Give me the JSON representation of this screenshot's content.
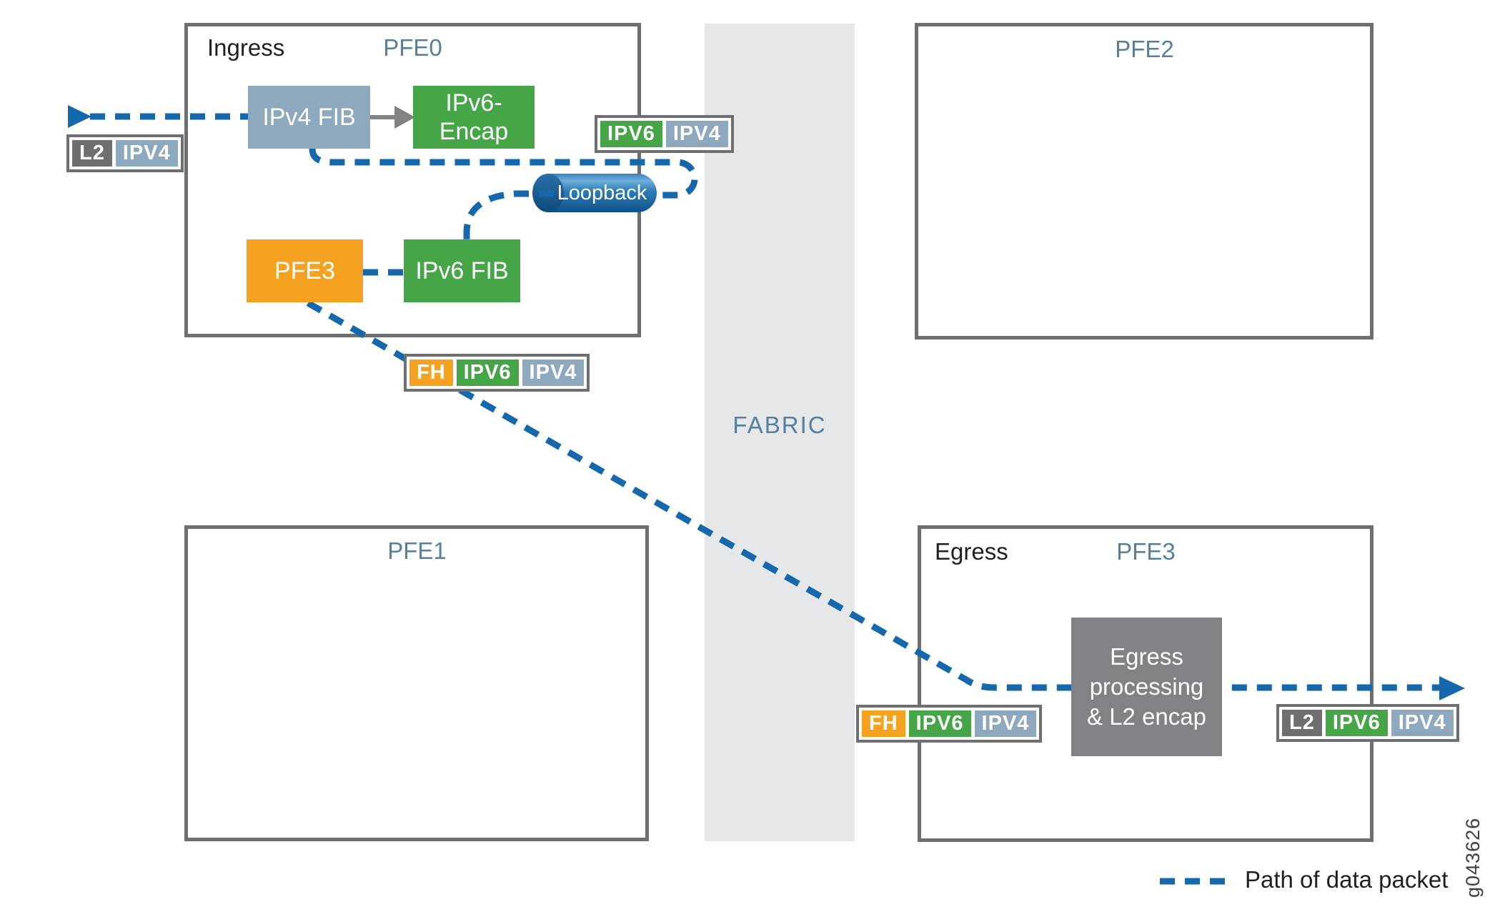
{
  "colors": {
    "path_blue": "#1668AC",
    "border_gray": "#6E6F71",
    "fill_bluegray": "#8EA9BE",
    "fill_green": "#46A546",
    "fill_orange": "#F6A221",
    "fill_darkgray": "#818285",
    "fabric_band": "#E6E7E8",
    "title_steelblue": "#54809F"
  },
  "boxes": {
    "pfe0": {
      "role_label": "Ingress",
      "title": "PFE0"
    },
    "pfe1": {
      "title": "PFE1"
    },
    "pfe2": {
      "title": "PFE2"
    },
    "pfe3": {
      "role_label": "Egress",
      "title": "PFE3"
    }
  },
  "fabric": {
    "label": "FABRIC"
  },
  "blocks": {
    "ipv4_fib": "IPv4 FIB",
    "ipv6_encap_line1": "IPv6-",
    "ipv6_encap_line2": "Encap",
    "pfe3_lookup": "PFE3",
    "ipv6_fib": "IPv6 FIB",
    "loopback": "Loopback",
    "egress_processing_lines": [
      "Egress",
      "processing",
      "& L2 encap"
    ]
  },
  "packet_labels": {
    "ingress": [
      "L2",
      "IPV4"
    ],
    "after_encap": [
      "IPV6",
      "IPV4"
    ],
    "to_fabric": [
      "FH",
      "IPV6",
      "IPV4"
    ],
    "from_fabric": [
      "FH",
      "IPV6",
      "IPV4"
    ],
    "egress_out": [
      "L2",
      "IPV6",
      "IPV4"
    ]
  },
  "legend": {
    "label": "Path of data packet"
  },
  "figure_id": "g043626"
}
